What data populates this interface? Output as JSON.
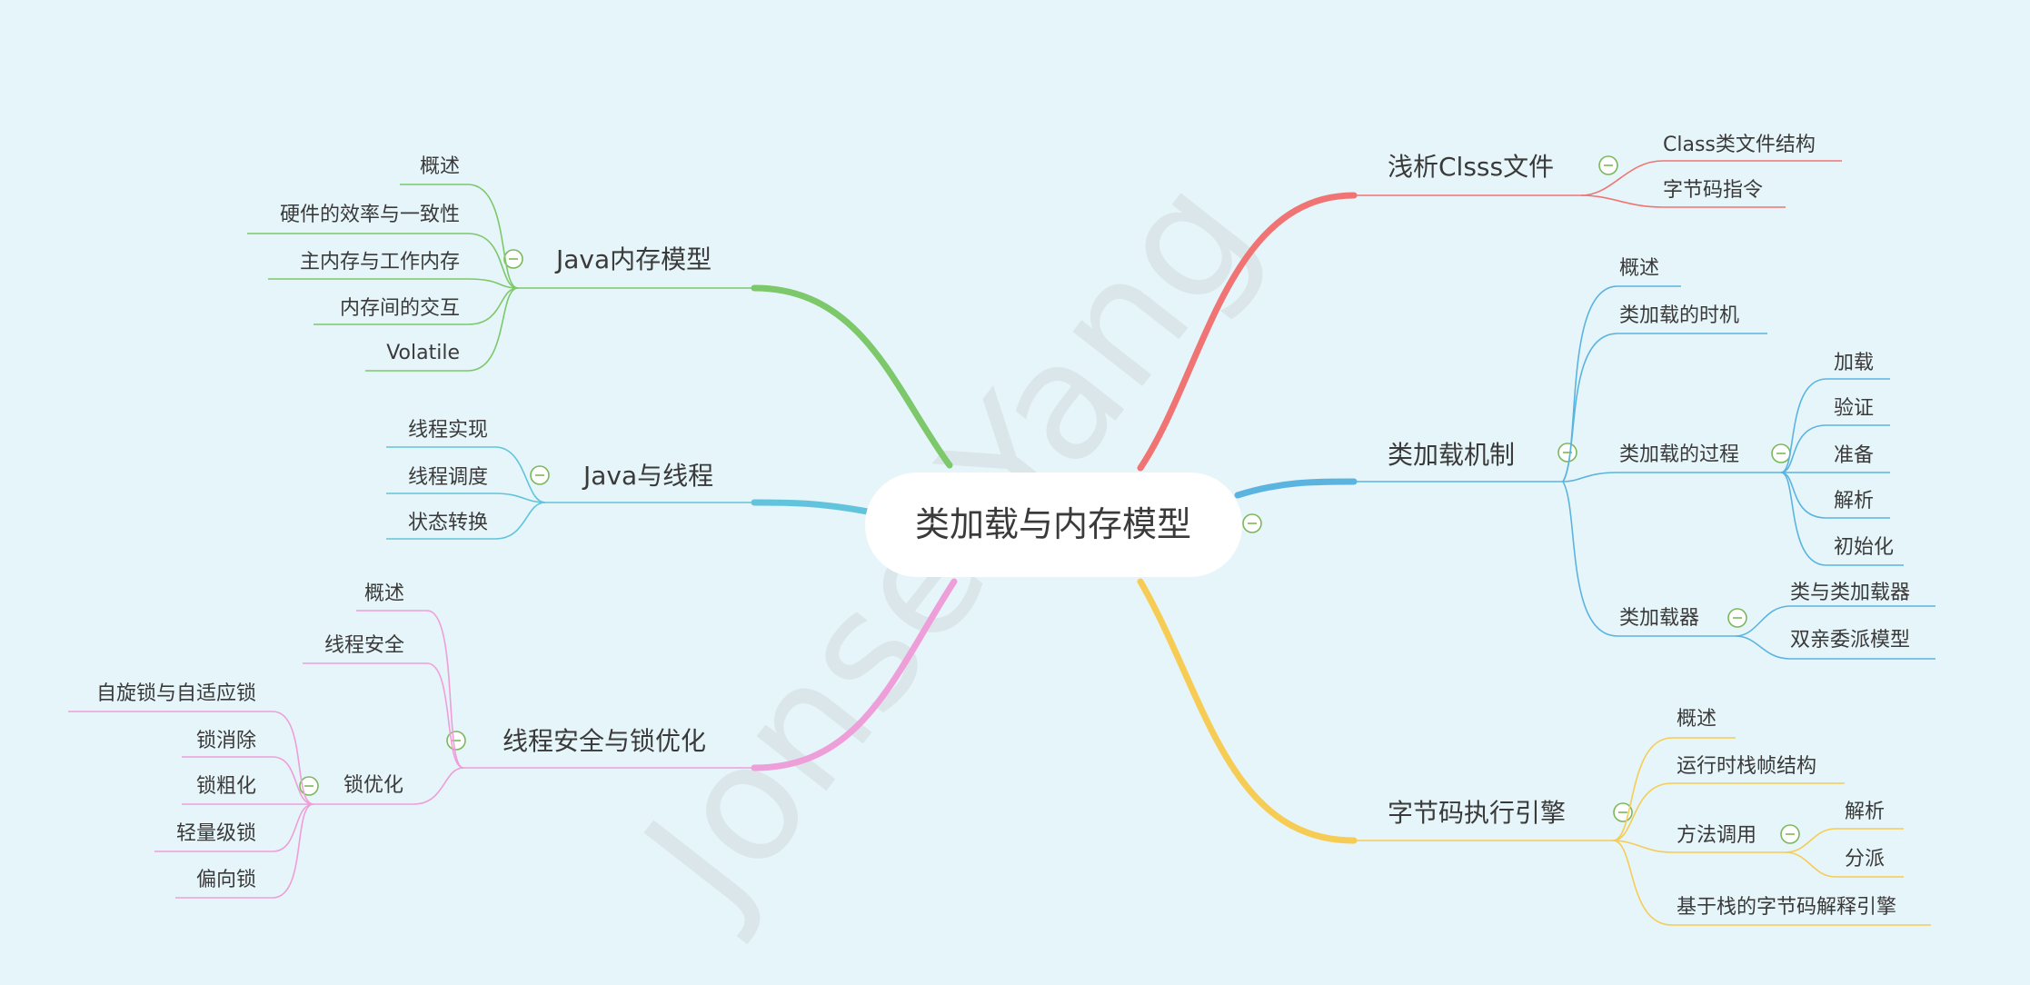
{
  "root": {
    "label": "类加载与内存模型"
  },
  "watermark": {
    "text": "Jonse Yang"
  },
  "colors": {
    "red": "#f07474",
    "blue": "#5bb4e0",
    "yellow": "#f6cc55",
    "green": "#7cc86a",
    "cyan": "#62c4dc",
    "pink": "#ee9ed8",
    "text": "#3a3a3a",
    "toggle": "#7bb85c"
  },
  "branches": {
    "class_file": {
      "label": "浅析Clsss文件",
      "children": [
        "Class类文件结构",
        "字节码指令"
      ]
    },
    "class_loading": {
      "label": "类加载机制",
      "overview": "概述",
      "timing": "类加载的时机",
      "process": {
        "label": "类加载的过程",
        "children": [
          "加载",
          "验证",
          "准备",
          "解析",
          "初始化"
        ]
      },
      "loader": {
        "label": "类加载器",
        "children": [
          "类与类加载器",
          "双亲委派模型"
        ]
      }
    },
    "bytecode_engine": {
      "label": "字节码执行引擎",
      "overview": "概述",
      "frame": "运行时栈帧结构",
      "invoke": {
        "label": "方法调用",
        "children": [
          "解析",
          "分派"
        ]
      },
      "interp": "基于栈的字节码解释引擎"
    },
    "jmm": {
      "label": "Java内存模型",
      "children": [
        "概述",
        "硬件的效率与一致性",
        "主内存与工作内存",
        "内存间的交互",
        "Volatile"
      ]
    },
    "threads": {
      "label": "Java与线程",
      "children": [
        "线程实现",
        "线程调度",
        "状态转换"
      ]
    },
    "thread_safety": {
      "label": "线程安全与锁优化",
      "overview": "概述",
      "safety": "线程安全",
      "lock_opt": {
        "label": "锁优化",
        "children": [
          "自旋锁与自适应锁",
          "锁消除",
          "锁粗化",
          "轻量级锁",
          "偏向锁"
        ]
      }
    }
  }
}
